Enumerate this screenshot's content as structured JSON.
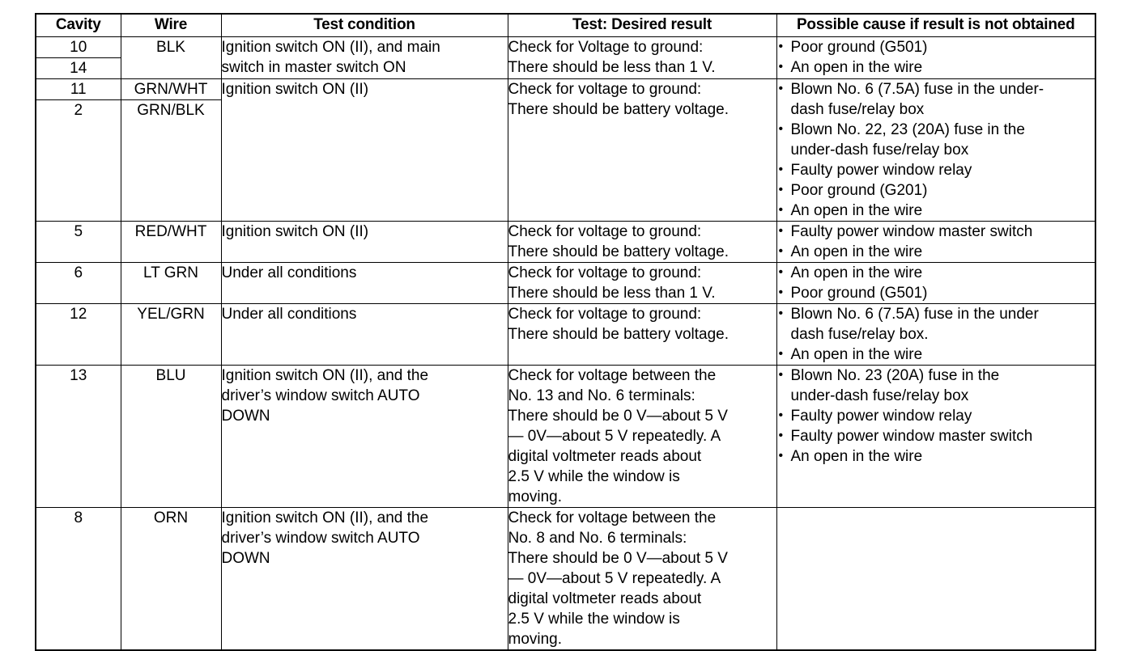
{
  "table": {
    "headers": [
      "Cavity",
      "Wire",
      "Test condition",
      "Test: Desired result",
      "Possible cause if result is not obtained"
    ],
    "bullet_glyph": "•",
    "rows": [
      {
        "id": "row-blk",
        "cavity": [
          "10",
          "14"
        ],
        "wire": "BLK",
        "condition": [
          "Ignition switch ON (II), and main",
          "switch in master switch ON"
        ],
        "result": [
          "Check for Voltage to ground:",
          "There should be less than 1 V."
        ],
        "causes": [
          [
            "Poor ground (G501)"
          ],
          [
            "An open in the wire"
          ]
        ]
      },
      {
        "id": "row-grn",
        "cavity": [
          "11",
          "2"
        ],
        "wire": [
          "GRN/WHT",
          "GRN/BLK"
        ],
        "condition": [
          "Ignition switch ON (II)"
        ],
        "result": [
          "Check for voltage to ground:",
          "There should be battery voltage."
        ],
        "causes": [
          [
            "Blown No. 6 (7.5A) fuse in the under-",
            "dash fuse/relay box"
          ],
          [
            "Blown No. 22, 23 (20A) fuse in the",
            "under-dash fuse/relay box"
          ],
          [
            "Faulty power window relay"
          ],
          [
            "Poor ground (G201)"
          ],
          [
            "An open in the wire"
          ]
        ]
      },
      {
        "id": "row-redwht",
        "cavity": [
          "5"
        ],
        "wire": "RED/WHT",
        "condition": [
          "Ignition switch ON (II)"
        ],
        "result": [
          "Check for voltage to ground:",
          "There should be battery voltage."
        ],
        "causes": [
          [
            "Faulty power window master switch"
          ],
          [
            "An open in the wire"
          ]
        ]
      },
      {
        "id": "row-ltgrn",
        "cavity": [
          "6"
        ],
        "wire": "LT GRN",
        "condition": [
          "Under all conditions"
        ],
        "result": [
          "Check for voltage to ground:",
          "There should be less than 1 V."
        ],
        "causes": [
          [
            "An open in the wire"
          ],
          [
            "Poor ground (G501)"
          ]
        ]
      },
      {
        "id": "row-yelgrn",
        "cavity": [
          "12"
        ],
        "wire": "YEL/GRN",
        "condition": [
          "Under all conditions"
        ],
        "result": [
          "Check for voltage to ground:",
          "There should be battery voltage."
        ],
        "causes": [
          [
            "Blown No. 6 (7.5A) fuse in the under",
            "dash fuse/relay box."
          ],
          [
            "An open in the wire"
          ]
        ]
      },
      {
        "id": "row-blu",
        "cavity": [
          "13"
        ],
        "wire": "BLU",
        "condition": [
          "Ignition switch ON (II), and the",
          "driver’s window switch AUTO",
          "DOWN"
        ],
        "result": [
          "Check for voltage between the",
          "No. 13 and No. 6 terminals:",
          "There should be 0 V—about 5 V",
          "— 0V—about 5 V repeatedly. A",
          "digital voltmeter reads about",
          "2.5 V while the window is",
          "moving."
        ],
        "causes": [
          [
            "Blown No. 23 (20A) fuse in the",
            "under-dash fuse/relay box"
          ],
          [
            "Faulty power window relay"
          ],
          [
            "Faulty power window master switch"
          ],
          [
            "An open in the wire"
          ]
        ]
      },
      {
        "id": "row-orn",
        "cavity": [
          "8"
        ],
        "wire": "ORN",
        "condition": [
          "Ignition switch ON (II), and the",
          "driver’s window switch AUTO",
          "DOWN"
        ],
        "result": [
          "Check for voltage between the",
          "No. 8 and No. 6 terminals:",
          "There should be 0 V—about 5 V",
          "— 0V—about 5 V repeatedly. A",
          "digital voltmeter reads about",
          "2.5 V while the window is",
          "moving."
        ],
        "causes": []
      }
    ]
  }
}
